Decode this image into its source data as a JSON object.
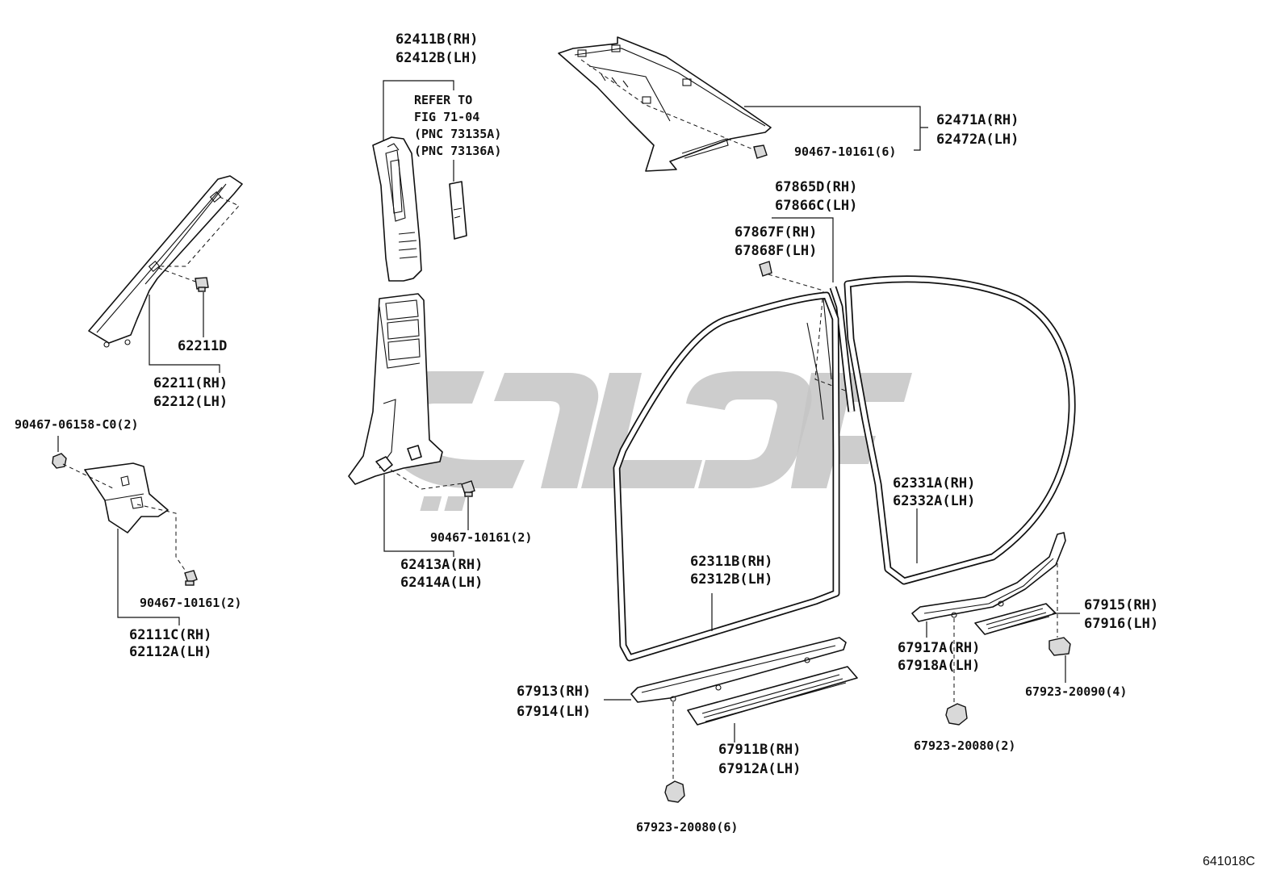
{
  "labels": {
    "a_pillar_rh": "62411B(RH)",
    "a_pillar_lh": "62412B(LH)",
    "refer_line1": "REFER TO",
    "refer_line2": "FIG 71-04",
    "refer_line3": "(PNC 73135A)",
    "refer_line4": "(PNC 73136A)",
    "roof_side_rh": "62471A(RH)",
    "roof_side_lh": "62472A(LH)",
    "roof_clip": "90467-10161(6)",
    "weatherstrip_rh": "67865D(RH)",
    "weatherstrip_lh": "67866C(LH)",
    "clip_f_rh": "67867F(RH)",
    "clip_f_lh": "67868F(LH)",
    "front_pillar_clip": "62211D",
    "front_pillar_rh": "62211(RH)",
    "front_pillar_lh": "62212(LH)",
    "clip_06158": "90467-06158-C0(2)",
    "cowl_clip": "90467-10161(2)",
    "cowl_rh": "62111C(RH)",
    "cowl_lh": "62112A(LH)",
    "center_clip": "90467-10161(2)",
    "center_pillar_rh": "62413A(RH)",
    "center_pillar_lh": "62414A(LH)",
    "rear_door_ws_rh": "62331A(RH)",
    "rear_door_ws_lh": "62332A(LH)",
    "front_door_ws_rh": "62311B(RH)",
    "front_door_ws_lh": "62312B(LH)",
    "rear_scuff_rh": "67915(RH)",
    "rear_scuff_lh": "67916(LH)",
    "rear_step_rh": "67917A(RH)",
    "rear_step_lh": "67918A(LH)",
    "clip_20090": "67923-20090(4)",
    "clip_20080_2": "67923-20080(2)",
    "front_step_rh": "67913(RH)",
    "front_step_lh": "67914(LH)",
    "front_scuff_rh": "67911B(RH)",
    "front_scuff_lh": "67912A(LH)",
    "clip_20080_6": "67923-20080(6)"
  },
  "figure_code": "641018C",
  "colors": {
    "line": "#111111",
    "watermark": "#c4c4c4",
    "background": "#ffffff"
  }
}
